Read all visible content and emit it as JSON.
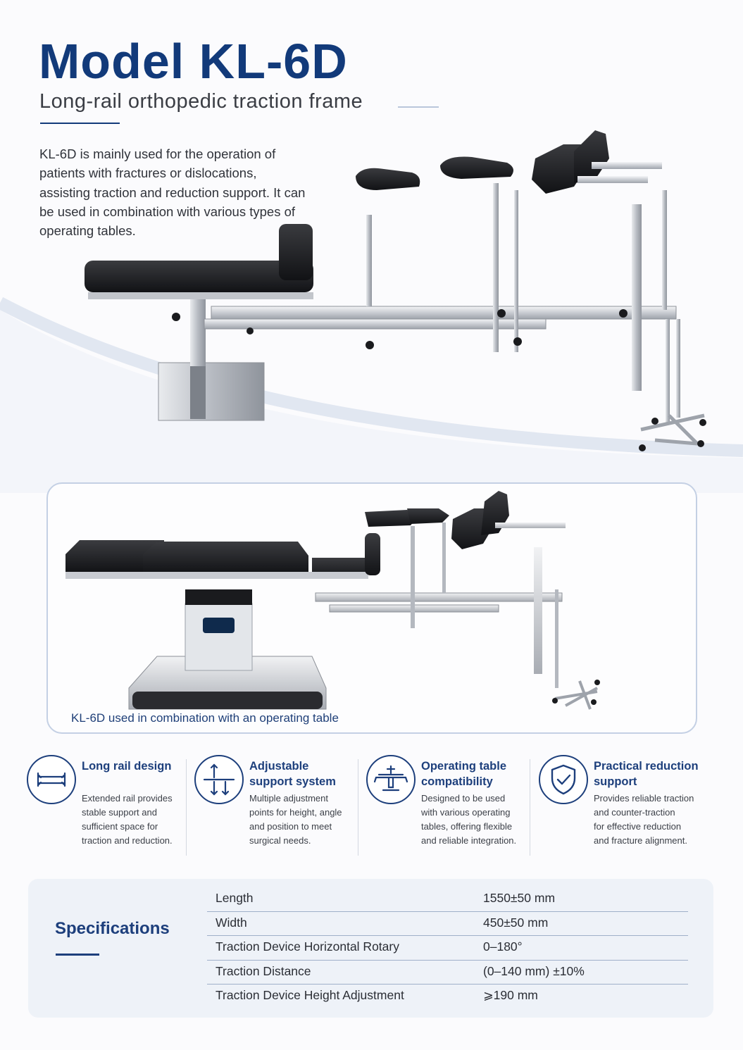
{
  "header": {
    "title": "Model KL-6D",
    "subtitle": "Long-rail  orthopedic traction frame",
    "intro": "KL-6D is mainly used for the operation of patients with fractures or dislocations, assisting traction and reduction support. It can be used in combination with various types of operating tables."
  },
  "combo": {
    "caption": "KL-6D used in combination with an operating table"
  },
  "features": [
    {
      "icon": "long-rail-icon",
      "title": "Long rail design",
      "desc": "Extended rail provides\nstable support and\nsufficient space for\ntraction and reduction."
    },
    {
      "icon": "adjustable-arrows-icon",
      "title": "Adjustable\nsupport system",
      "desc": "Multiple adjustment\npoints for height, angle\nand position to meet\nsurgical needs."
    },
    {
      "icon": "operating-table-icon",
      "title": "Operating table\ncompatibility",
      "desc": "Designed to be used\nwith various operating\ntables, offering flexible\nand reliable integration."
    },
    {
      "icon": "shield-check-icon",
      "title": "Practical reduction\nsupport",
      "desc": "Provides reliable traction\nand counter-traction\nfor effective reduction\nand fracture alignment."
    }
  ],
  "specs": {
    "label": "Specifications",
    "rows": [
      {
        "name": "Length",
        "value": "1550±50  mm"
      },
      {
        "name": "Width",
        "value": "450±50  mm"
      },
      {
        "name": "Traction Device Horizontal Rotary",
        "value": "0–180°"
      },
      {
        "name": "Traction Distance",
        "value": "(0–140  mm) ±10%"
      },
      {
        "name": "Traction Device Height Adjustment",
        "value": "⩾190  mm"
      }
    ]
  },
  "colors": {
    "brand": "#123a7a",
    "accent": "#1d3f7c",
    "panel": "#eef2f8"
  }
}
